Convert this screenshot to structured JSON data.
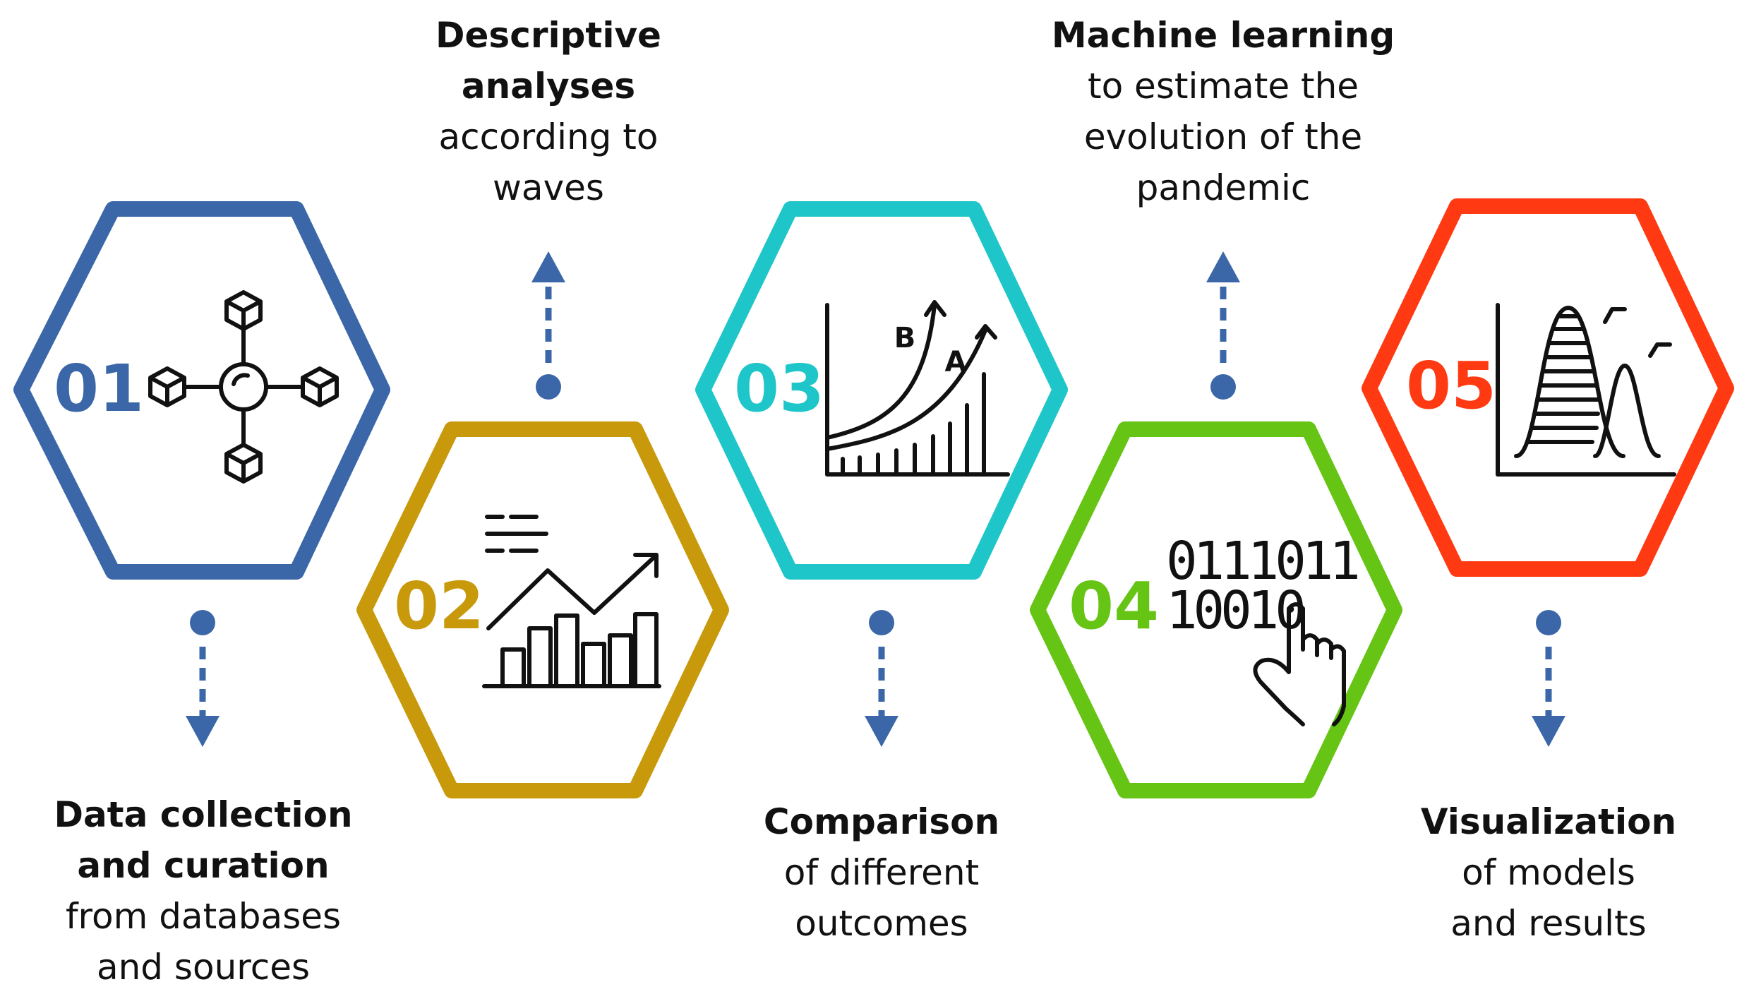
{
  "steps": [
    {
      "number": "01",
      "color": "#3b67a8",
      "title_lines": [
        "Data collection",
        "and curation"
      ],
      "desc_lines": [
        "from databases",
        "and sources"
      ],
      "icon": "network-cubes-icon"
    },
    {
      "number": "02",
      "color": "#c9990c",
      "title_lines": [
        "Descriptive",
        "analyses"
      ],
      "desc_lines": [
        "according to",
        "waves"
      ],
      "icon": "trend-bar-chart-icon"
    },
    {
      "number": "03",
      "color": "#1fc6c9",
      "title_lines": [
        "Comparison"
      ],
      "desc_lines": [
        "of different",
        "outcomes"
      ],
      "icon": "curve-comparison-icon"
    },
    {
      "number": "04",
      "color": "#66c414",
      "title_lines": [
        "Machine learning"
      ],
      "desc_lines": [
        "to estimate the",
        "evolution of the",
        "pandemic"
      ],
      "icon": "binary-touch-icon"
    },
    {
      "number": "05",
      "color": "#ff3a12",
      "title_lines": [
        "Visualization"
      ],
      "desc_lines": [
        "of models",
        "and results"
      ],
      "icon": "distribution-chart-icon"
    }
  ],
  "icon_labels": {
    "curve_b": "B",
    "curve_a": "A",
    "binary_row1": "0111011",
    "binary_row2": "10010"
  },
  "connector_color": "#3b67a8"
}
